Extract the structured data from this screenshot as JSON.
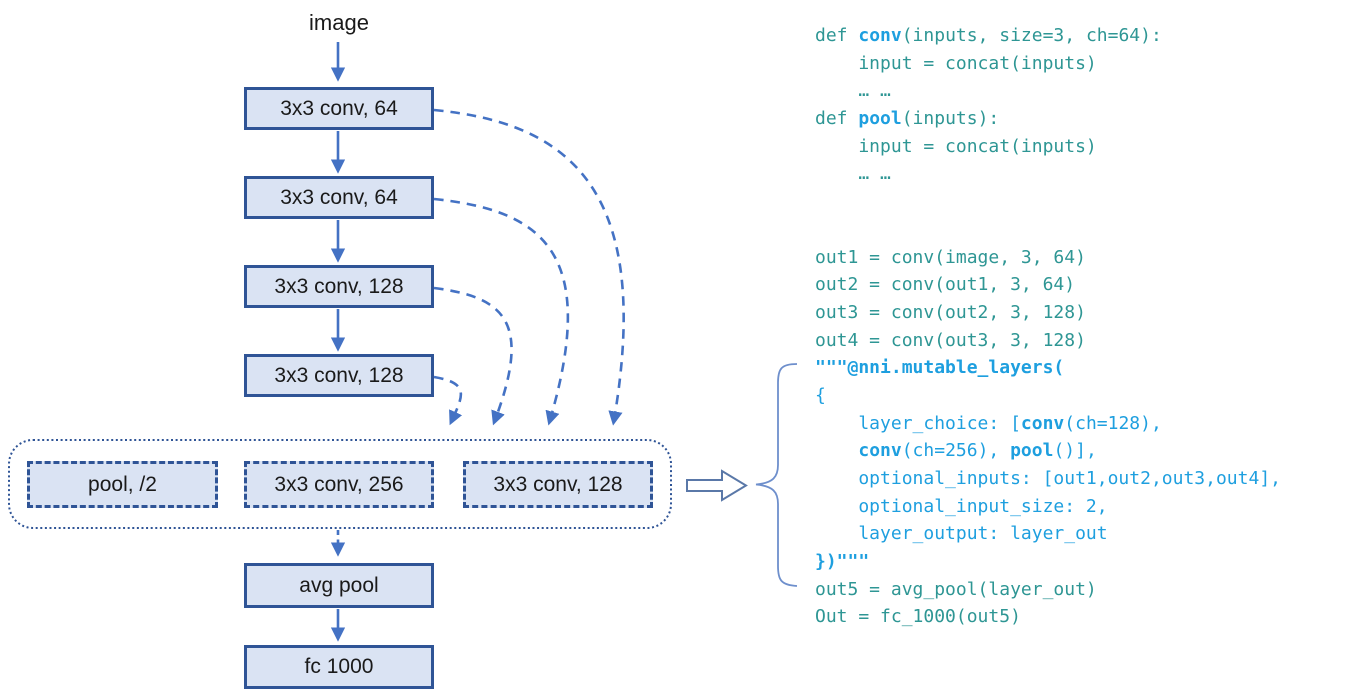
{
  "colors": {
    "accent_blue": "#4472C4",
    "box_border": "#2F5496",
    "box_fill": "#DAE3F3",
    "container_dotted_outline": "#2F5496",
    "code_teal": "#2E9694",
    "code_blue": "#1E9FDF",
    "brace_blue": "#6E8FCC",
    "block_arrow_outline": "#5A78A8"
  },
  "diagram": {
    "input_label": "image",
    "conv_boxes": [
      "3x3 conv, 64",
      "3x3 conv, 64",
      "3x3 conv, 128",
      "3x3 conv, 128"
    ],
    "choice_boxes": [
      "pool, /2",
      "3x3 conv, 256",
      "3x3 conv, 128"
    ],
    "avg_pool_label": "avg pool",
    "fc_label": "fc 1000"
  },
  "code": {
    "lines": [
      [
        {
          "t": "def ",
          "c": "t"
        },
        {
          "t": "conv",
          "c": "k"
        },
        {
          "t": "(inputs, size=3, ch=64):",
          "c": "t"
        }
      ],
      [
        {
          "t": "    input = concat(inputs)",
          "c": "t"
        }
      ],
      [
        {
          "t": "    … …",
          "c": "t"
        }
      ],
      [
        {
          "t": "def ",
          "c": "t"
        },
        {
          "t": "pool",
          "c": "k"
        },
        {
          "t": "(inputs):",
          "c": "t"
        }
      ],
      [
        {
          "t": "    input = concat(inputs)",
          "c": "t"
        }
      ],
      [
        {
          "t": "    … …",
          "c": "t"
        }
      ],
      [],
      [],
      [
        {
          "t": "out1 = conv(image, 3, 64)",
          "c": "t"
        }
      ],
      [
        {
          "t": "out2 = conv(out1, 3, 64)",
          "c": "t"
        }
      ],
      [
        {
          "t": "out3 = conv(out2, 3, 128)",
          "c": "t"
        }
      ],
      [
        {
          "t": "out4 = conv(out3, 3, 128)",
          "c": "t"
        }
      ],
      [
        {
          "t": "\"\"\"@nni.mutable_layers(",
          "c": "k"
        }
      ],
      [
        {
          "t": "{",
          "c": "b"
        }
      ],
      [
        {
          "t": "    layer_choice: [",
          "c": "b"
        },
        {
          "t": "conv",
          "c": "k"
        },
        {
          "t": "(ch=128),",
          "c": "b"
        }
      ],
      [
        {
          "t": "    ",
          "c": "b"
        },
        {
          "t": "conv",
          "c": "k"
        },
        {
          "t": "(ch=256), ",
          "c": "b"
        },
        {
          "t": "pool",
          "c": "k"
        },
        {
          "t": "()],",
          "c": "b"
        }
      ],
      [
        {
          "t": "    optional_inputs: [out1,out2,out3,out4],",
          "c": "b"
        }
      ],
      [
        {
          "t": "    optional_input_size: 2,",
          "c": "b"
        }
      ],
      [
        {
          "t": "    layer_output: layer_out",
          "c": "b"
        }
      ],
      [
        {
          "t": "})\"\"\"",
          "c": "k"
        }
      ],
      [
        {
          "t": "out5 = avg_pool(layer_out)",
          "c": "t"
        }
      ],
      [
        {
          "t": "Out = fc_1000(out5)",
          "c": "t"
        }
      ]
    ]
  }
}
